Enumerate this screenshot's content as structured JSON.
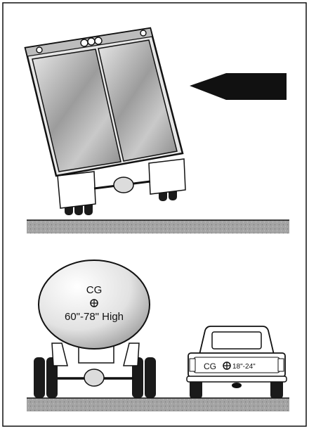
{
  "tanker": {
    "cg_label": "CG",
    "height_label": "60\"-78\" High"
  },
  "pickup": {
    "cg_label": "CG",
    "height_label": "18\"-24\""
  },
  "icons": [
    "wind-arrow-icon",
    "cg-marker-icon"
  ],
  "colors": {
    "road": "#9a9a9a",
    "trailer_shade": "#b5b5b5",
    "outline": "#111111"
  }
}
